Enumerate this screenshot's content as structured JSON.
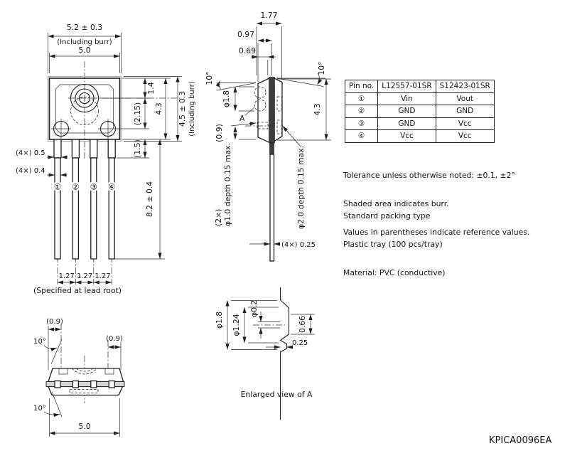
{
  "front_view": {
    "dim_width_including_burr": "5.2 ± 0.3",
    "including_burr_note_top": "(Including burr)",
    "dim_width_body": "5.0",
    "dim_lens_center_from_top": "1.4",
    "dim_body_height": "4.3",
    "dim_hole_center_from_lens": "(2.15)",
    "dim_height_including_burr": "4.5 ± 0.3",
    "including_burr_note_right": "(Including burr)",
    "dim_lead_root": "(1.5)",
    "dim_lead_root_width": "(4×) 0.5",
    "dim_lead_width": "(4×) 0.4",
    "dim_lead_length": "8.2 ± 0.4",
    "pin_numbers": [
      "①",
      "②",
      "③",
      "④"
    ],
    "dim_lead_pitch": [
      "1.27",
      "1.27",
      "1.27"
    ],
    "lead_pitch_note": "(Specified at lead root)"
  },
  "side_view": {
    "dim_thickness_including_burr": "1.77",
    "dim_to_parting_line": "0.97",
    "dim_to_body_face": "0.69",
    "angle_left": "10°",
    "angle_right": "10°",
    "dim_dimple_pair": "φ1.8",
    "detail_label": "A",
    "dim_lower_dimple": "(0.9)",
    "dim_body_height": "4.3",
    "label_dimples_count": "(2×)",
    "label_dimples": "φ1.0 depth 0.15 max.",
    "label_recess": "φ2.0 depth 0.15 max.",
    "dim_lead_thickness": "(4×) 0.25"
  },
  "bottom_view": {
    "dim_offset_left": "(0.9)",
    "dim_offset_right": "(0.9)",
    "angle_top": "10°",
    "angle_bottom": "10°",
    "dim_width_body": "5.0"
  },
  "enlarged_view": {
    "dim_outer": "φ1.8",
    "dim_inner": "φ1.24",
    "dim_hole": "φ0.2",
    "dim_face": "0.66",
    "dim_depth": "0.25",
    "caption": "Enlarged view of A"
  },
  "pin_table": {
    "headers": [
      "Pin no.",
      "L12557-01SR",
      "S12423-01SR"
    ],
    "rows": [
      [
        "①",
        "Vin",
        "Vout"
      ],
      [
        "②",
        "GND",
        "GND"
      ],
      [
        "③",
        "GND",
        "Vcc"
      ],
      [
        "④",
        "Vcc",
        "Vcc"
      ]
    ]
  },
  "notes": [
    "Tolerance unless otherwise noted: ±0.1, ±2°",
    "Shaded area indicates burr.",
    "Values in parentheses indicate reference values."
  ],
  "packing_notes": [
    "Standard packing type",
    "Plastic tray (100 pcs/tray)",
    "Material: PVC (conductive)"
  ],
  "doc_number": "KPICA0096EA"
}
